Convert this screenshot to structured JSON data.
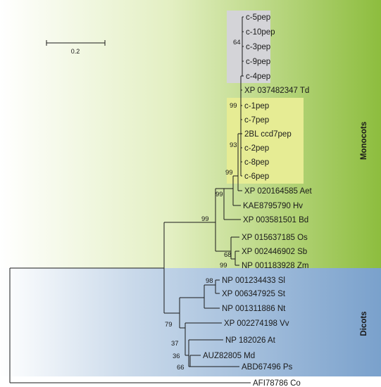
{
  "groups": {
    "monocots": "Monocots",
    "dicots": "Dicots"
  },
  "scale_bar": {
    "label": "0.2"
  },
  "leaves": {
    "c5": "c-5pep",
    "c10": "c-10pep",
    "c3": "c-3pep",
    "c9": "c-9pep",
    "c4": "c-4pep",
    "td": "XP 037482347 Td",
    "c1": "c-1pep",
    "c7": "c-7pep",
    "bl": "2BL ccd7pep",
    "c2": "c-2pep",
    "c8": "c-8pep",
    "c6": "c-6pep",
    "aet": "XP 020164585 Aet",
    "hv": "KAE8795790 Hv",
    "bd": "XP 003581501 Bd",
    "os": "XP 015637185 Os",
    "sb": "XP 002446902 Sb",
    "zm": "NP 001183928 Zm",
    "sl": "NP 001234433 Sl",
    "st": "XP 006347925 St",
    "nt": "NP 001311886 Nt",
    "vv": "XP 002274198 Vv",
    "at": "NP 182026 At",
    "md": "AUZ82805 Md",
    "ps": "ABD67496 Ps",
    "co": "AFI78786 Co"
  },
  "bootstrap": {
    "b64": "64",
    "b99a": "99",
    "b93": "93",
    "b99b": "99",
    "b99c": "99",
    "b99d": "99",
    "b68": "68",
    "b99e": "99",
    "b98": "98",
    "b79": "79",
    "b37": "37",
    "b36": "36",
    "b66": "66"
  },
  "colors": {
    "monocot_gradient_start": "#ffffff",
    "monocot_gradient_end": "#8dbd3e",
    "dicot_gradient_start": "#ffffff",
    "dicot_gradient_end": "#7aa1cc",
    "grey_box": "#d4d4d8",
    "yellow_box": "#e6ec94",
    "branch": "#1a1a1a"
  }
}
